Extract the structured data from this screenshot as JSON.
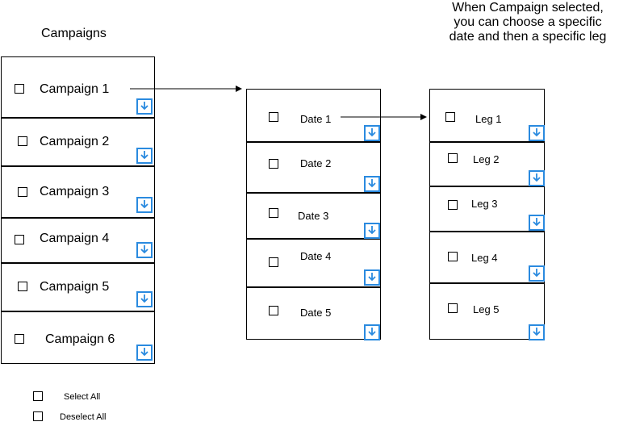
{
  "campaigns": {
    "heading": "Campaigns",
    "items": [
      "Campaign 1",
      "Campaign 2",
      "Campaign 3",
      "Campaign 4",
      "Campaign 5",
      "Campaign 6"
    ]
  },
  "dates": {
    "items": [
      "Date 1",
      "Date 2",
      "Date 3",
      "Date 4",
      "Date 5"
    ]
  },
  "legs": {
    "items": [
      "Leg 1",
      "Leg 2",
      "Leg 3",
      "Leg 4",
      "Leg 5"
    ]
  },
  "note": "When Campaign selected,\nyou can choose a specific\ndate and then a specific leg",
  "footer": {
    "select_all": "Select All",
    "deselect_all": "Deselect All"
  },
  "colors": {
    "accent": "#2a8adf",
    "border": "#000000"
  },
  "icons": {
    "checkbox": "checkbox-icon",
    "download": "download-icon"
  }
}
